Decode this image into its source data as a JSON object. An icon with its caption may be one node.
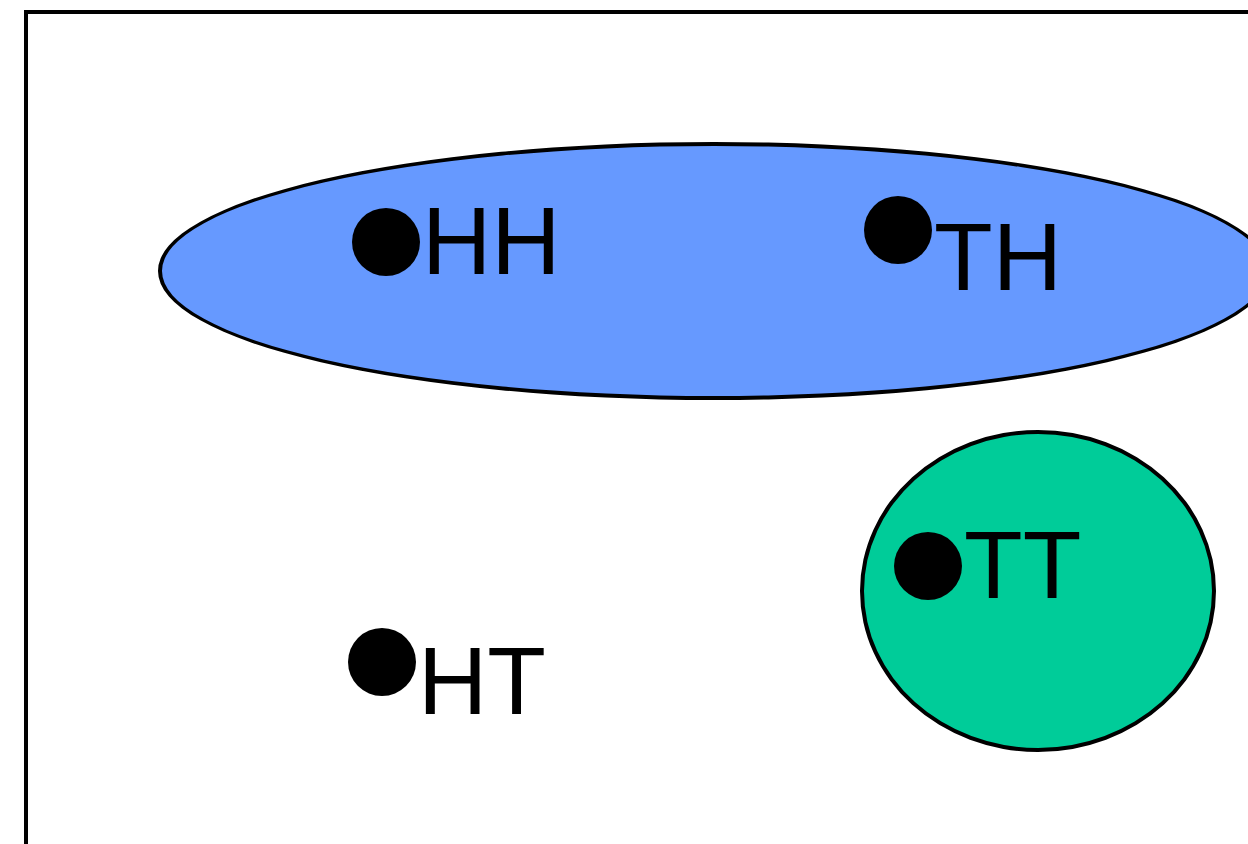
{
  "diagram": {
    "nodes": [
      {
        "text": [],
        "shape": "box"
      },
      {
        "text": [],
        "shape": "ellipse",
        "in": 0
      },
      {
        "text": [
          "HH"
        ],
        "in": 1
      },
      {
        "text": [
          "TH"
        ],
        "in": 1
      },
      {
        "text": [],
        "shape": "circle",
        "in": 0
      },
      {
        "text": [
          "TT"
        ],
        "in": 4
      },
      {
        "text": [
          "HT"
        ],
        "in": 0
      }
    ]
  }
}
